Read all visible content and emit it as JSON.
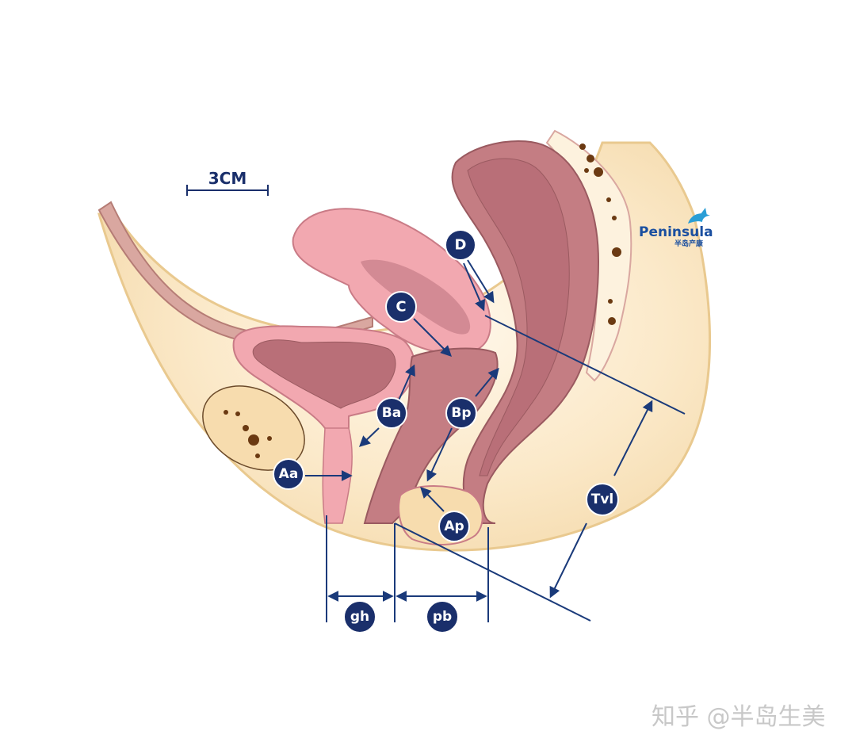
{
  "scale_label": "3CM",
  "brand": {
    "name": "Peninsula",
    "sub": "半岛产康"
  },
  "watermark": "知乎 @半岛生美",
  "labels": {
    "aa": "Aa",
    "ba": "Ba",
    "c": "C",
    "d": "D",
    "bp": "Bp",
    "ap": "Ap",
    "tvl": "Tvl",
    "gh": "gh",
    "pb": "pb"
  },
  "colors": {
    "marker": "#1a2f6b",
    "line": "#1a3a7a",
    "skin": "#f6dcae",
    "uterus": "#f2a8b0",
    "mucosa": "#b96f78",
    "rectum": "#c47d83"
  }
}
